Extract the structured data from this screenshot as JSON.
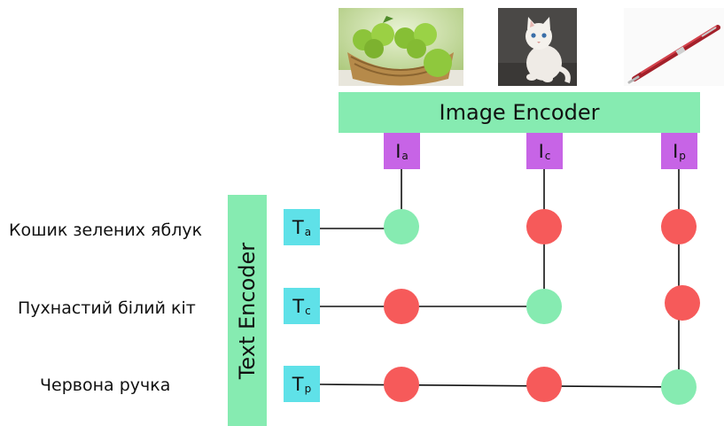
{
  "image_encoder": {
    "label": "Image Encoder"
  },
  "text_encoder": {
    "label": "Text Encoder"
  },
  "image_embeddings": [
    {
      "main": "I",
      "sub": "a"
    },
    {
      "main": "I",
      "sub": "c"
    },
    {
      "main": "I",
      "sub": "p"
    }
  ],
  "text_embeddings": [
    {
      "main": "T",
      "sub": "a"
    },
    {
      "main": "T",
      "sub": "c"
    },
    {
      "main": "T",
      "sub": "p"
    }
  ],
  "captions": [
    "Кошик зелених яблук",
    "Пухнастий білий кіт",
    "Червона ручка"
  ],
  "images": [
    {
      "icon": "green-apples-basket-image"
    },
    {
      "icon": "white-kitten-image"
    },
    {
      "icon": "red-pen-image"
    }
  ],
  "matrix": [
    [
      "match",
      "mismatch",
      "mismatch"
    ],
    [
      "mismatch",
      "match",
      "mismatch"
    ],
    [
      "mismatch",
      "mismatch",
      "match"
    ]
  ],
  "colors": {
    "encoder": "#86ebb1",
    "image_embedding": "#c764e6",
    "text_embedding": "#5fe1e8",
    "match": "#86ebb1",
    "mismatch": "#f65a5a"
  }
}
